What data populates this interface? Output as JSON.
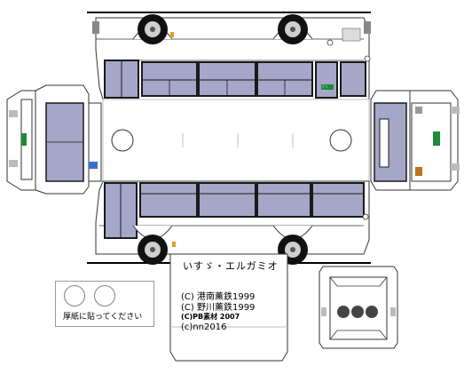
{
  "title": "いすゞ・エルガミオ",
  "credits": [
    "(C) 港南薫鉄1999",
    "(C) 野川薫鉄1999",
    "(C)PB素材 2007",
    "(c)nn2016"
  ],
  "instruction": "厚紙に貼ってください",
  "destination_sign": "ﾃﾞﾝ",
  "colors": {
    "window": "#a6a6c8",
    "frame": "#1a1a1a",
    "body": "#ffffff",
    "outline": "#333333",
    "wheel": "#111111",
    "hub": "#cfcfcf",
    "sign": "#1e8a3c",
    "cut_line": "#000000",
    "fold_line": "#bdbdbd"
  }
}
